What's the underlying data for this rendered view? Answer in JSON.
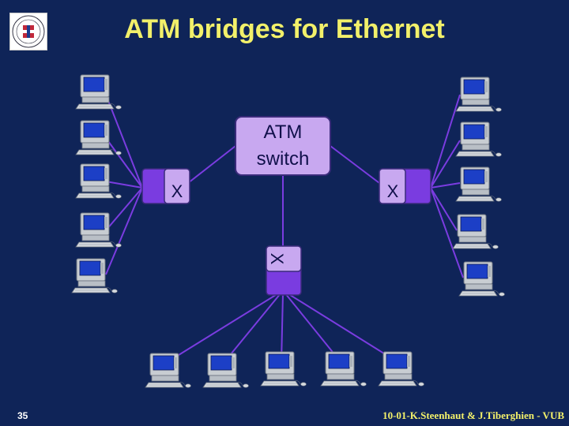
{
  "title": "ATM bridges for Ethernet",
  "switch": {
    "line1": "ATM",
    "line2": "switch"
  },
  "bridges": {
    "left": "X",
    "right": "X",
    "bottom": "X"
  },
  "footer": {
    "slide_number": "35",
    "credit": "10-01-K.Steenhaut & J.Tiberghien - VUB"
  },
  "colors": {
    "background": "#0f2458",
    "title": "#f2f06a",
    "node_fill": "#c8a8f0",
    "node_border": "#3a2b7a",
    "link": "#7a3ce0",
    "computer_case": "#c8cdd2",
    "computer_screen": "#1c3fc6"
  },
  "icons": {
    "computer": "desktop-computer-icon",
    "logo": "university-seal-logo"
  }
}
